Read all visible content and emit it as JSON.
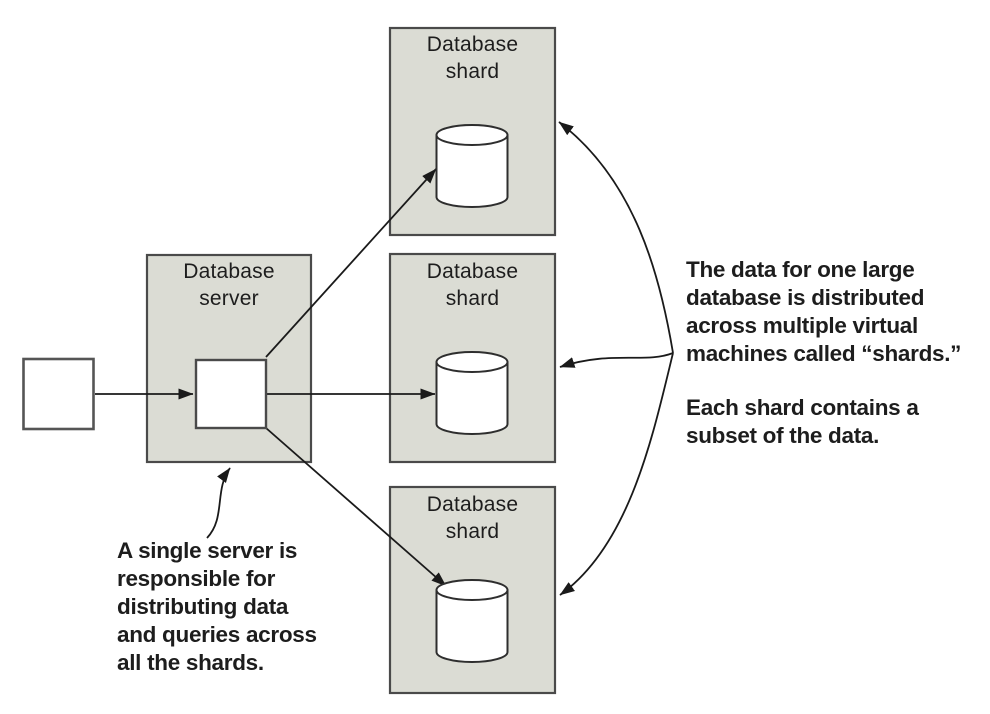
{
  "colors": {
    "box_fill": "#dbdcd4",
    "box_border": "#4a4a4a",
    "line": "#1a1a1a",
    "text": "#1d1d1d",
    "background": "#ffffff"
  },
  "nodes": {
    "client": {},
    "server": {
      "label_line1": "Database",
      "label_line2": "server"
    },
    "shard_top": {
      "label_line1": "Database",
      "label_line2": "shard"
    },
    "shard_middle": {
      "label_line1": "Database",
      "label_line2": "shard"
    },
    "shard_bottom": {
      "label_line1": "Database",
      "label_line2": "shard"
    }
  },
  "annotations": {
    "shards_note": {
      "para1_lines": [
        "The data for one large",
        "database is distributed",
        "across multiple virtual",
        "machines called “shards.”"
      ],
      "para2_lines": [
        "Each shard contains a",
        "subset of the data."
      ]
    },
    "server_note": {
      "lines": [
        "A single server is",
        "responsible for",
        "distributing data",
        "and queries across",
        "all the shards."
      ]
    }
  }
}
